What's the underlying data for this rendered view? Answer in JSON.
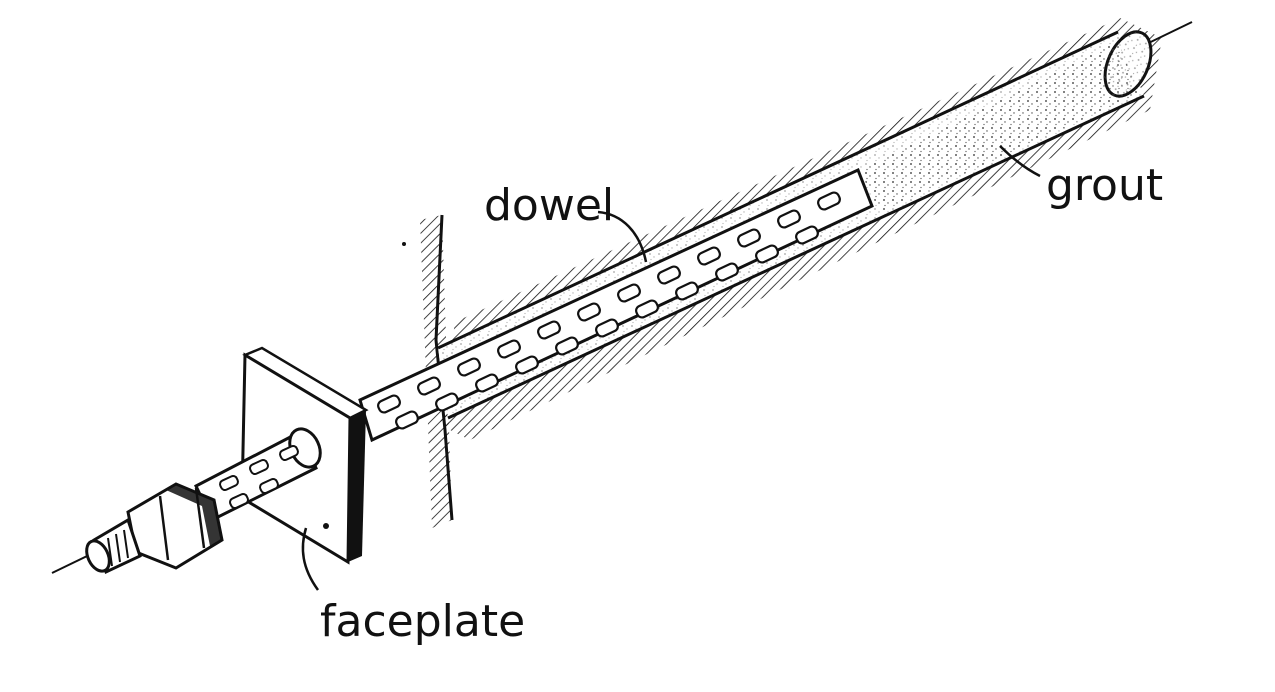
{
  "labels": {
    "dowel": "dowel",
    "grout": "grout",
    "faceplate": "faceplate"
  },
  "colors": {
    "ink": "#111111",
    "paper": "#ffffff",
    "grout_fill": "#f4f4f0"
  }
}
